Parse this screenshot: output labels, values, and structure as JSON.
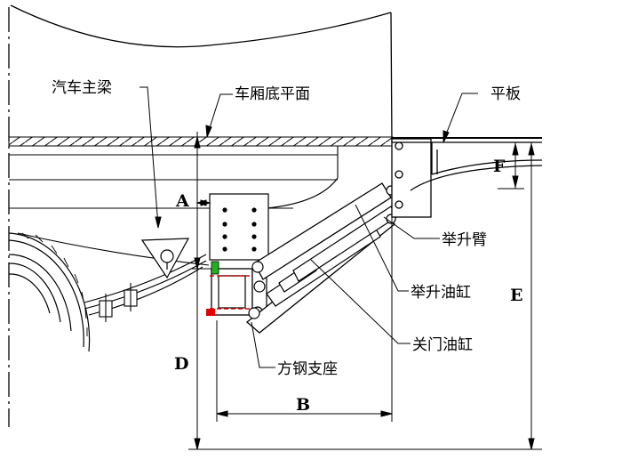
{
  "labels": {
    "main_beam": "汽车主梁",
    "floor_plane": "车厢底平面",
    "tailboard": "平板",
    "lift_arm": "举升臂",
    "lift_cylinder": "举升油缸",
    "close_cylinder": "关门油缸",
    "square_steel_mount": "方钢支座"
  },
  "dimensions": {
    "A": "A",
    "B": "B",
    "D": "D",
    "E": "E",
    "F": "F"
  }
}
